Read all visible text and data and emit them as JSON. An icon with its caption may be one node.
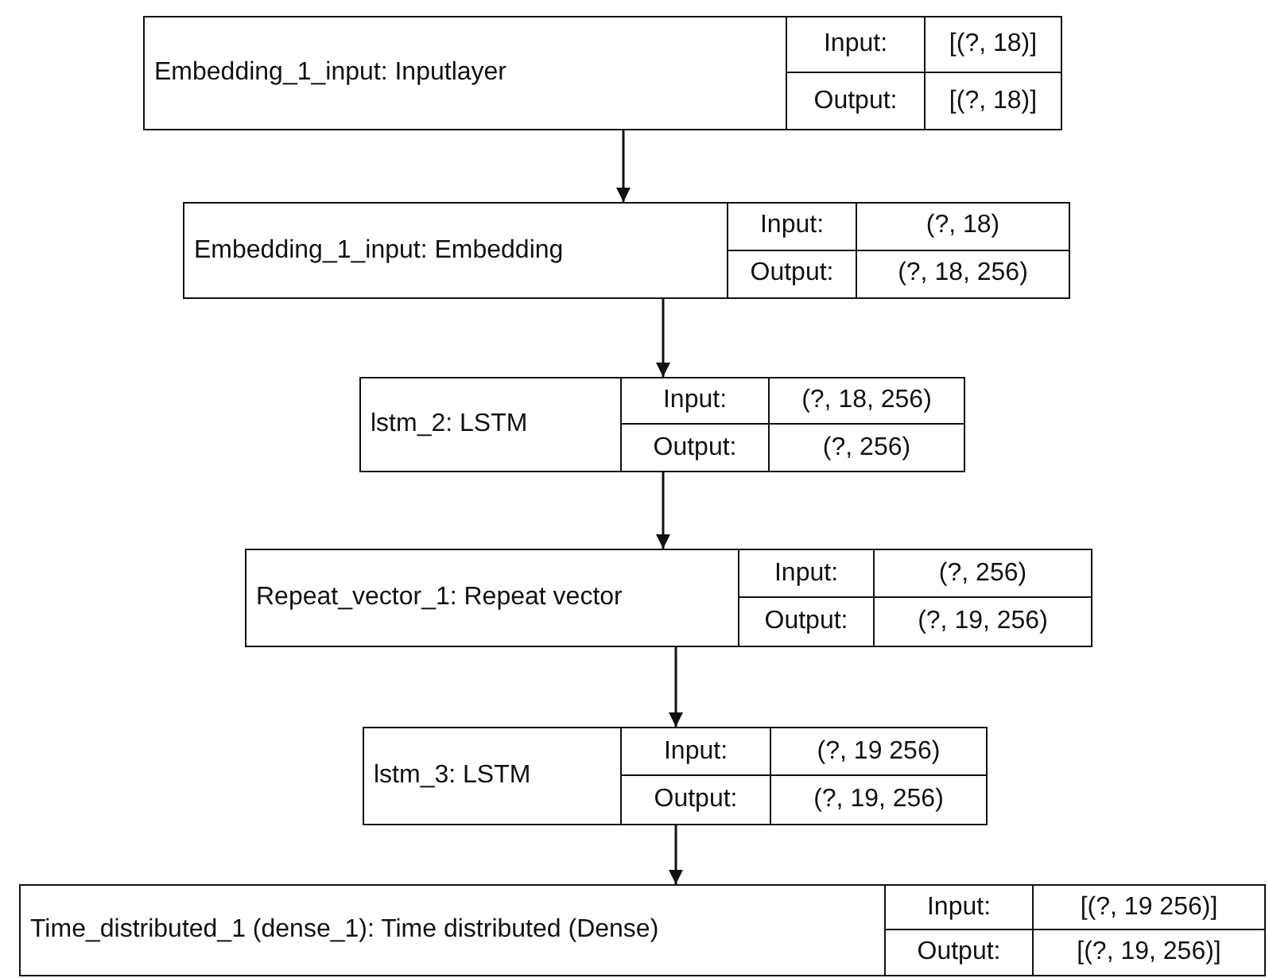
{
  "diagram": {
    "nodes": [
      {
        "text": [
          "Embedding_1_input: Inputlayer",
          "Input:",
          "[(?, 18)]",
          "Output:",
          "[(?, 18)]"
        ]
      },
      {
        "text": [
          "Embedding_1_input: Embedding",
          "Input:",
          "(?, 18)",
          "Output:",
          "(?, 18, 256)"
        ]
      },
      {
        "text": [
          "lstm_2: LSTM",
          "Input:",
          "(?, 18, 256)",
          "Output:",
          "(?, 256)"
        ]
      },
      {
        "text": [
          "Repeat_vector_1: Repeat vector",
          "Input:",
          "(?, 256)",
          "Output:",
          "(?, 19, 256)"
        ]
      },
      {
        "text": [
          "lstm_3: LSTM",
          "Input:",
          "(?, 19 256)",
          "Output:",
          "(?, 19, 256)"
        ]
      },
      {
        "text": [
          "Time_distributed_1 (dense_1): Time distributed (Dense)",
          "Input:",
          "[(?, 19 256)]",
          "Output:",
          "[(?, 19, 256)]"
        ]
      }
    ],
    "edges": [
      {
        "from": 0,
        "to": 1,
        "arrow": "to"
      },
      {
        "from": 1,
        "to": 2,
        "arrow": "to"
      },
      {
        "from": 2,
        "to": 3,
        "arrow": "to"
      },
      {
        "from": 3,
        "to": 4,
        "arrow": "to"
      },
      {
        "from": 4,
        "to": 5,
        "arrow": "to"
      }
    ]
  }
}
